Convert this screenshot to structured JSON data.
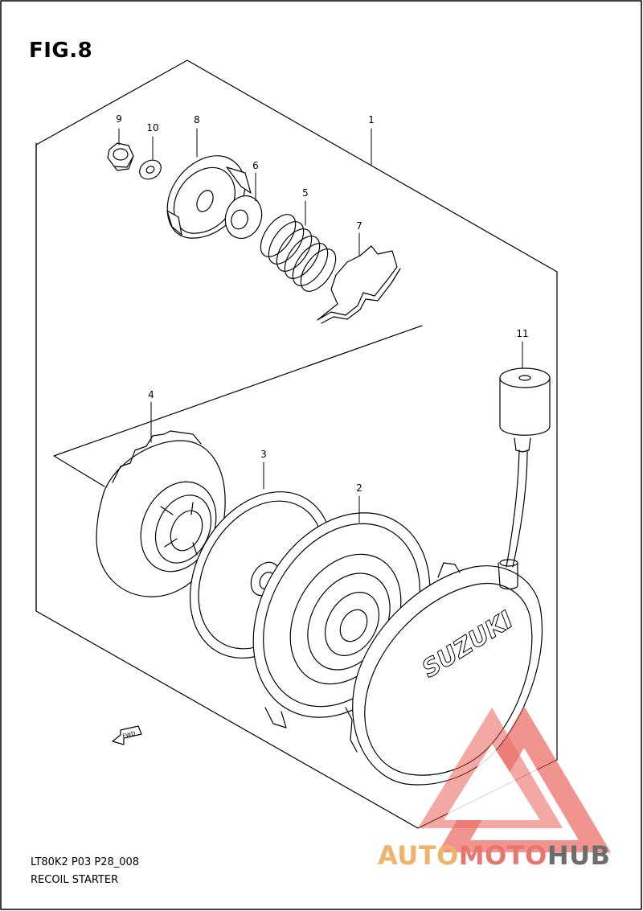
{
  "figure": {
    "title": "FIG.8",
    "code": "LT80K2 P03 P28_008",
    "caption": "RECOIL STARTER"
  },
  "parts": [
    {
      "ref": "1"
    },
    {
      "ref": "2"
    },
    {
      "ref": "3"
    },
    {
      "ref": "4"
    },
    {
      "ref": "5"
    },
    {
      "ref": "6"
    },
    {
      "ref": "7"
    },
    {
      "ref": "8"
    },
    {
      "ref": "9"
    },
    {
      "ref": "10"
    },
    {
      "ref": "11"
    }
  ],
  "cover_brand": "SUZUKI",
  "direction_marker": "FWD",
  "watermark": {
    "part1": "AUTO",
    "part2": "MOTO",
    "part3": "HUB"
  },
  "colors": {
    "line": "#000000",
    "watermark_orange": "#f0b36a",
    "watermark_red": "#e7776e",
    "watermark_gray": "#6d6d6d"
  }
}
